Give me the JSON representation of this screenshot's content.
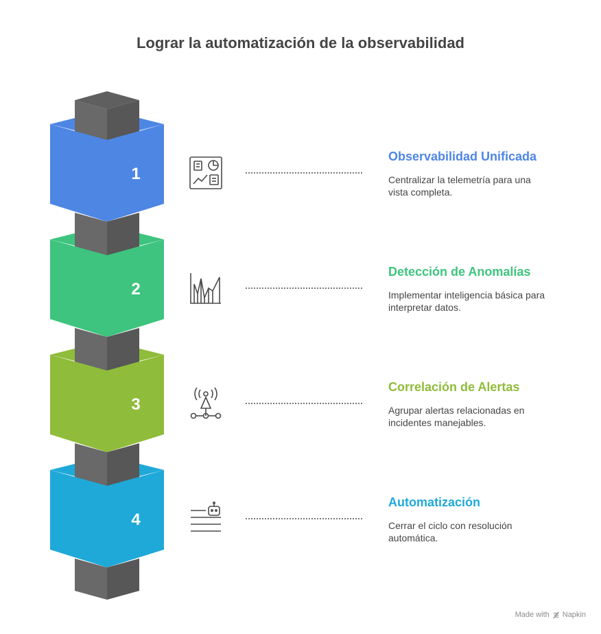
{
  "title": "Lograr la automatización de la observabilidad",
  "steps": [
    {
      "number": "1",
      "title": "Observabilidad Unificada",
      "description": "Centralizar la telemetría para una vista completa.",
      "color": "#4e86e4",
      "icon": "dashboard-icon"
    },
    {
      "number": "2",
      "title": "Detección de Anomalías",
      "description": "Implementar inteligencia básica para interpretar datos.",
      "color": "#3ec47e",
      "icon": "anomaly-chart-icon"
    },
    {
      "number": "3",
      "title": "Correlación de Alertas",
      "description": "Agrupar alertas relacionadas en incidentes manejables.",
      "color": "#8fbc3a",
      "icon": "signal-network-icon"
    },
    {
      "number": "4",
      "title": "Automatización",
      "description": "Cerrar el ciclo con resolución automática.",
      "color": "#1fa9d9",
      "icon": "robot-lines-icon"
    }
  ],
  "footer": {
    "made_with": "Made with",
    "brand": "Napkin"
  }
}
